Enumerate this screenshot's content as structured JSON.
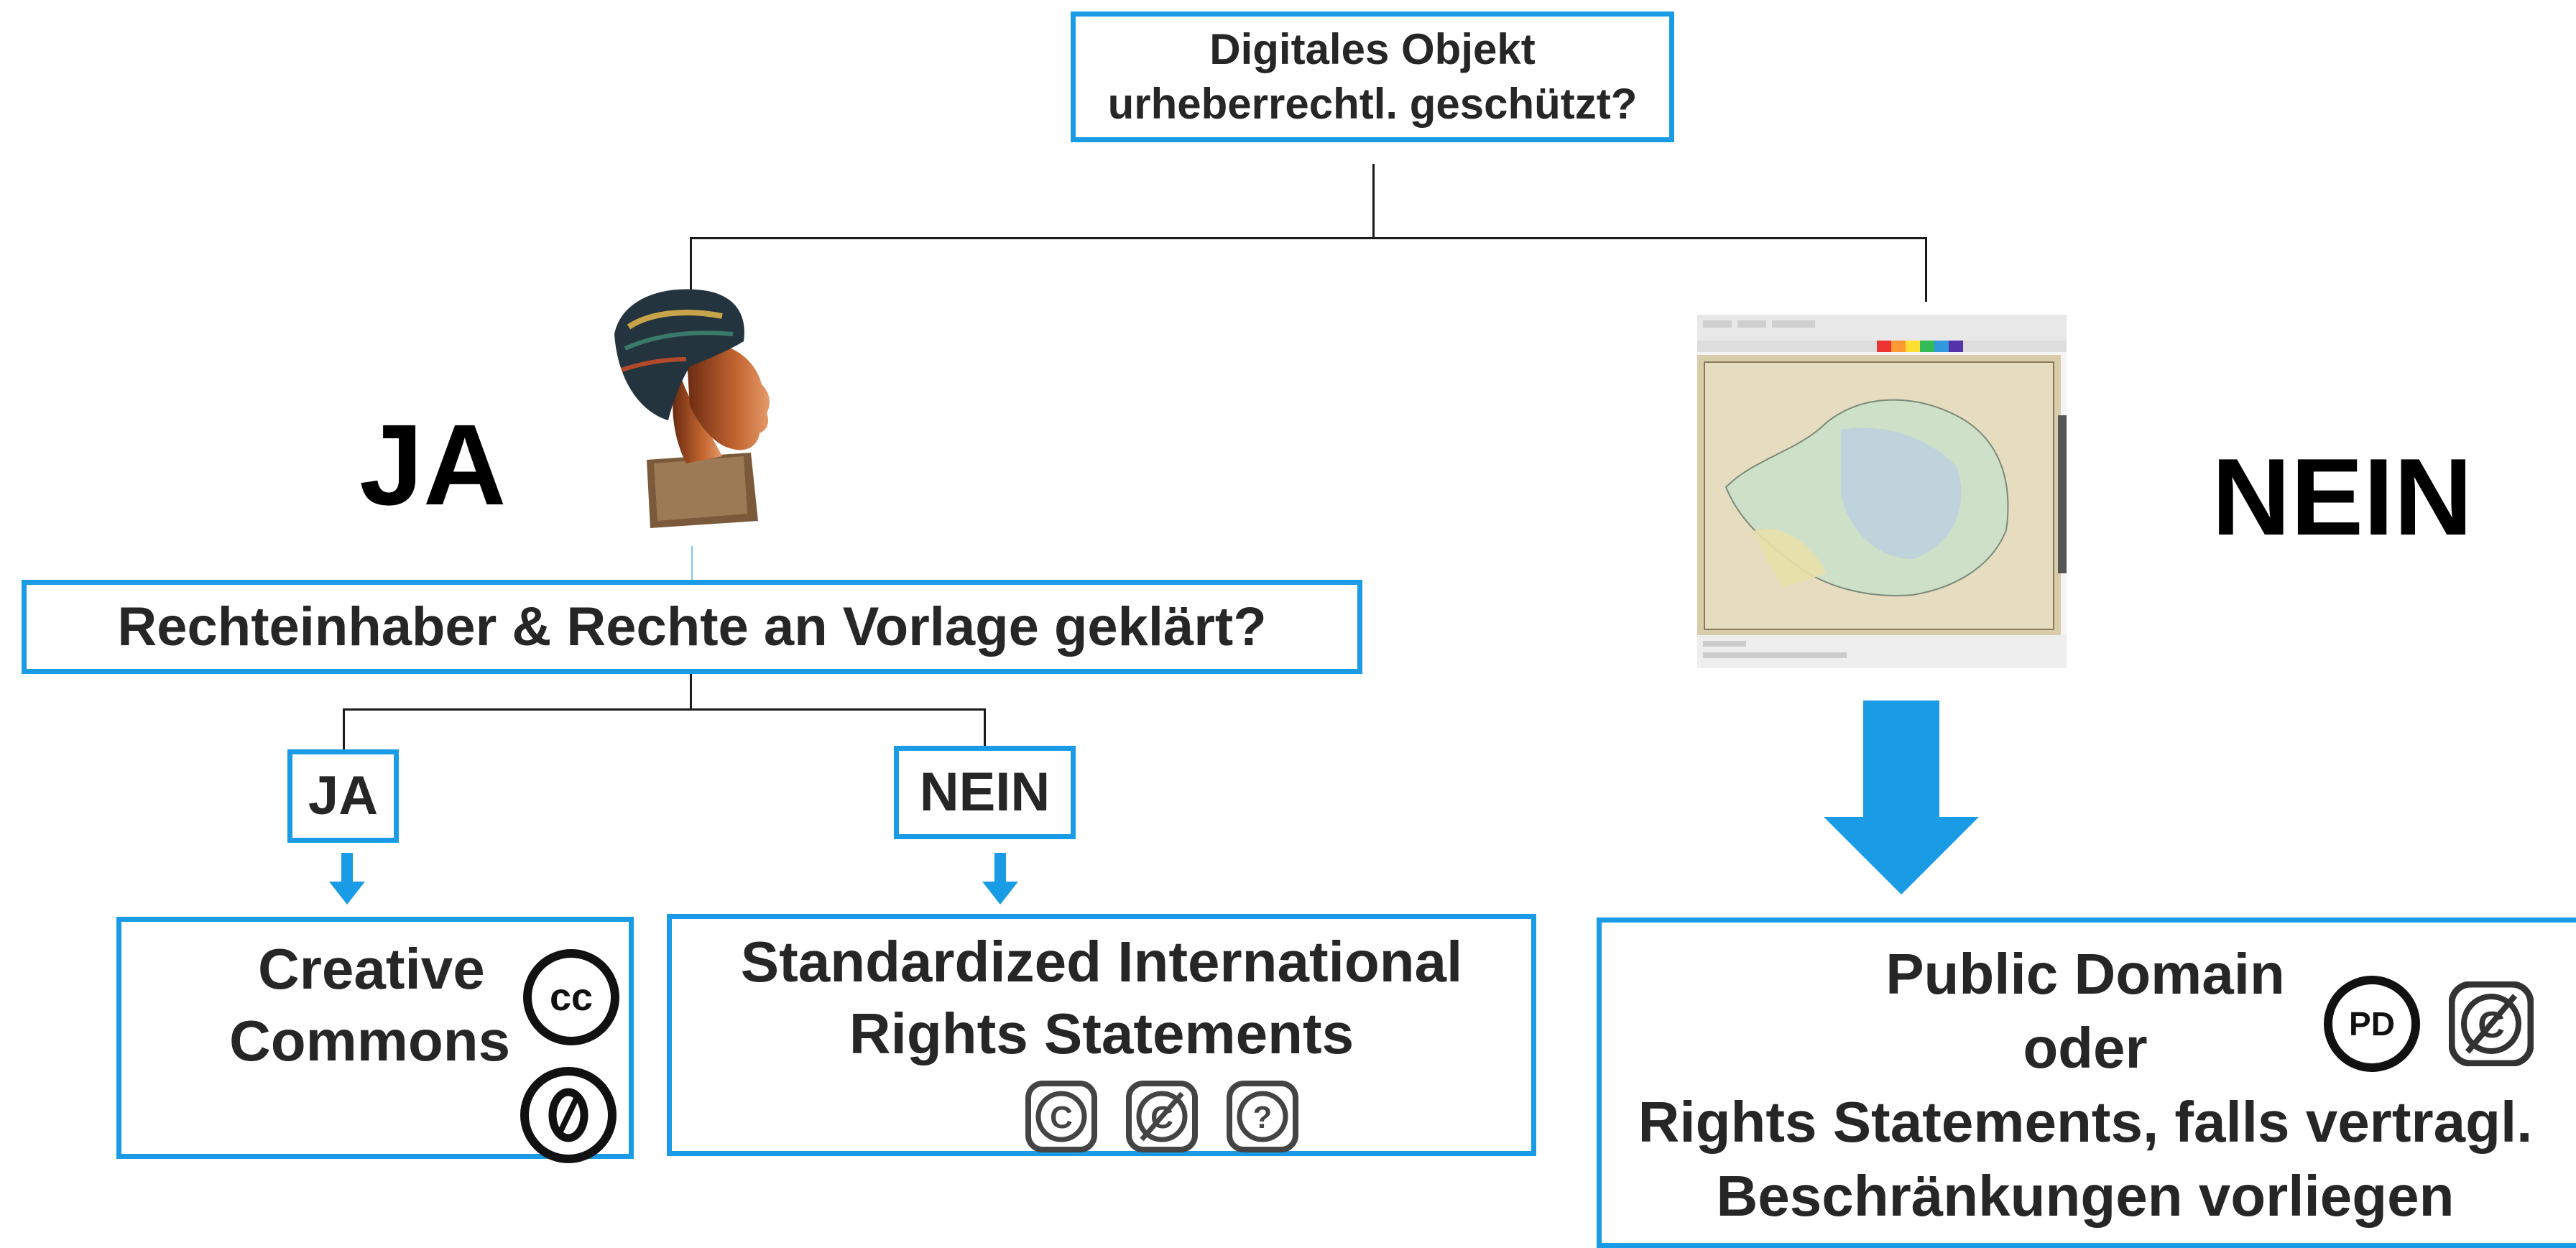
{
  "root": {
    "line1": "Digitales Objekt",
    "line2": "urheberrechtl. geschützt?"
  },
  "left_branch": {
    "label": "JA",
    "question": "Rechteinhaber & Rechte an Vorlage geklärt?",
    "yes": {
      "label": "JA",
      "result_line1": "Creative",
      "result_line2": "Commons"
    },
    "no": {
      "label": "NEIN",
      "result_line1": "Standardized International",
      "result_line2": "Rights Statements"
    }
  },
  "right_branch": {
    "label": "NEIN",
    "result": {
      "line1": "Public Domain",
      "line2": "oder",
      "line3": "Rights Statements, falls vertragl.",
      "line4": "Beschränkungen vorliegen"
    }
  },
  "icons": [
    "nefertiti-bust-image",
    "historic-map-image",
    "cc-icon",
    "cc-zero-icon",
    "copyright-icon",
    "no-copyright-icon",
    "question-icon",
    "public-domain-icon",
    "no-copyright-icon"
  ],
  "colors": {
    "accent": "#1a9be6",
    "line": "#1a1a1a",
    "text": "#262626"
  }
}
